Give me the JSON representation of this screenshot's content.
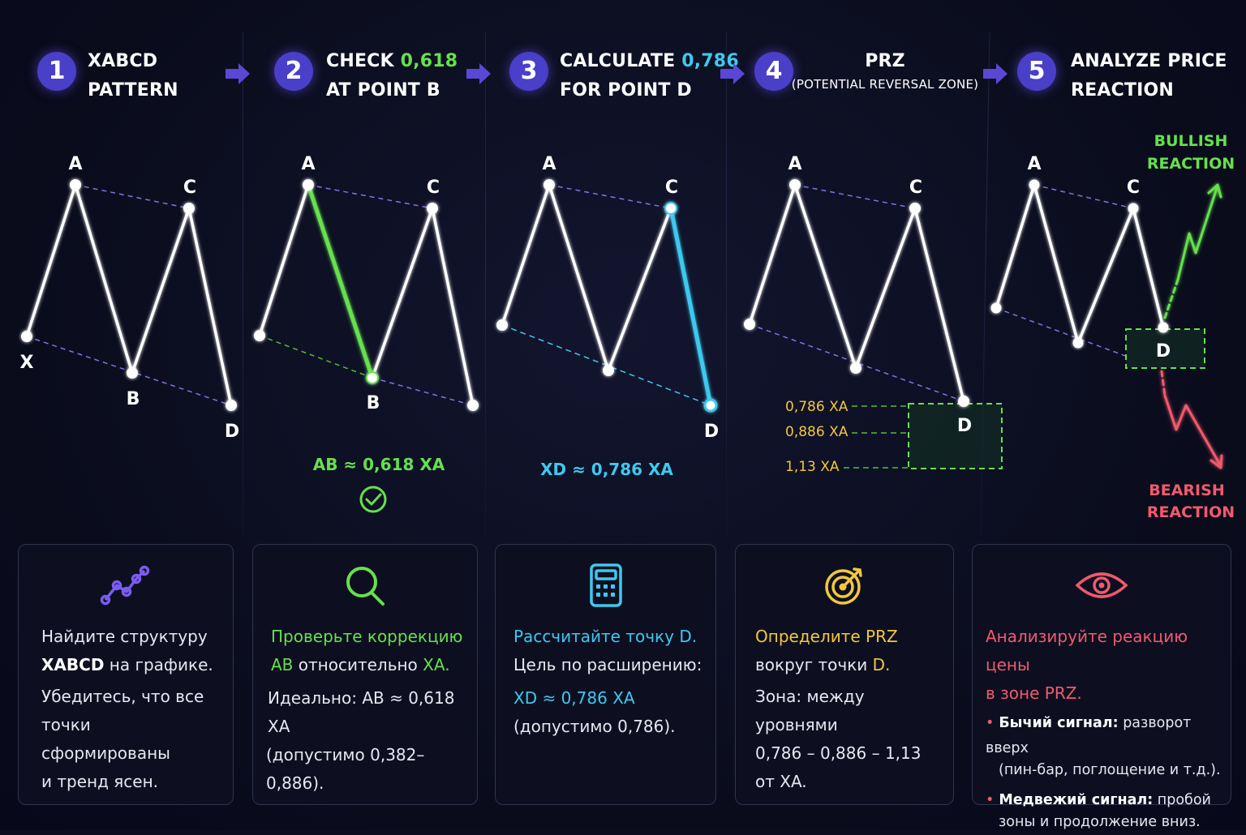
{
  "steps": [
    {
      "num": "1",
      "line1": "XABCD",
      "line2": "PATTERN"
    },
    {
      "num": "2",
      "line1a": "CHECK ",
      "line1b": "0,618",
      "line2": "AT POINT B"
    },
    {
      "num": "3",
      "line1a": "CALCULATE ",
      "line1b": "0,786",
      "line2": "FOR POINT D"
    },
    {
      "num": "4",
      "line1": "PRZ",
      "line2": "(POTENTIAL REVERSAL ZONE)"
    },
    {
      "num": "5",
      "line1": "ANALYZE PRICE",
      "line2": "REACTION"
    }
  ],
  "points": {
    "x": "X",
    "a": "A",
    "b": "B",
    "c": "C",
    "d": "D"
  },
  "annotations": {
    "ab_ratio": "AB ≈ 0,618 XA",
    "xd_ratio": "XD ≈ 0,786 XA",
    "lvl1": "0,786 XA",
    "lvl2": "0,886 XA",
    "lvl3": "1,13 XA",
    "bullish1": "BULLISH",
    "bullish2": "REACTION",
    "bearish1": "BEARISH",
    "bearish2": "REACTION"
  },
  "cards": [
    {
      "p1": "Найдите структуру",
      "p2b": "XABCD",
      "p2": " на графике.",
      "p3": "Убедитесь, что все",
      "p4": "точки сформированы",
      "p5": "и тренд ясен."
    },
    {
      "h1": "Проверьте коррекцию",
      "h2a": "AB",
      "h2b": " относительно ",
      "h2c": "XA.",
      "p3": "Идеально: AB ≈ 0,618 XA",
      "p4": "(допустимо 0,382–0,886)."
    },
    {
      "h1": "Рассчитайте точку D.",
      "p2": "Цель по расширению:",
      "h3": "XD ≈ 0,786 XA",
      "p4": "(допустимо 0,786)."
    },
    {
      "h1": "Определите PRZ",
      "p2": "вокруг точки ",
      "p2b": "D.",
      "p3": "Зона: между уровнями",
      "p4": "0,786 – 0,886 – 1,13",
      "p5": "от XA."
    },
    {
      "h1": "Анализируйте реакцию цены",
      "h2": "в зоне PRZ.",
      "b1b": "Бычий сигнал:",
      "b1": " разворот вверх",
      "b1c": "(пин-бар, поглощение и т.д.).",
      "b2b": "Медвежий сигнал:",
      "b2": " пробой",
      "b2c": "зоны и продолжение вниз."
    }
  ],
  "colors": {
    "purple": "#4a3fc9",
    "green": "#66e04d",
    "cyan": "#3ec9ee",
    "yellow": "#f2c83a",
    "red": "#f05a6c",
    "dashed": "#8a6fe0"
  }
}
